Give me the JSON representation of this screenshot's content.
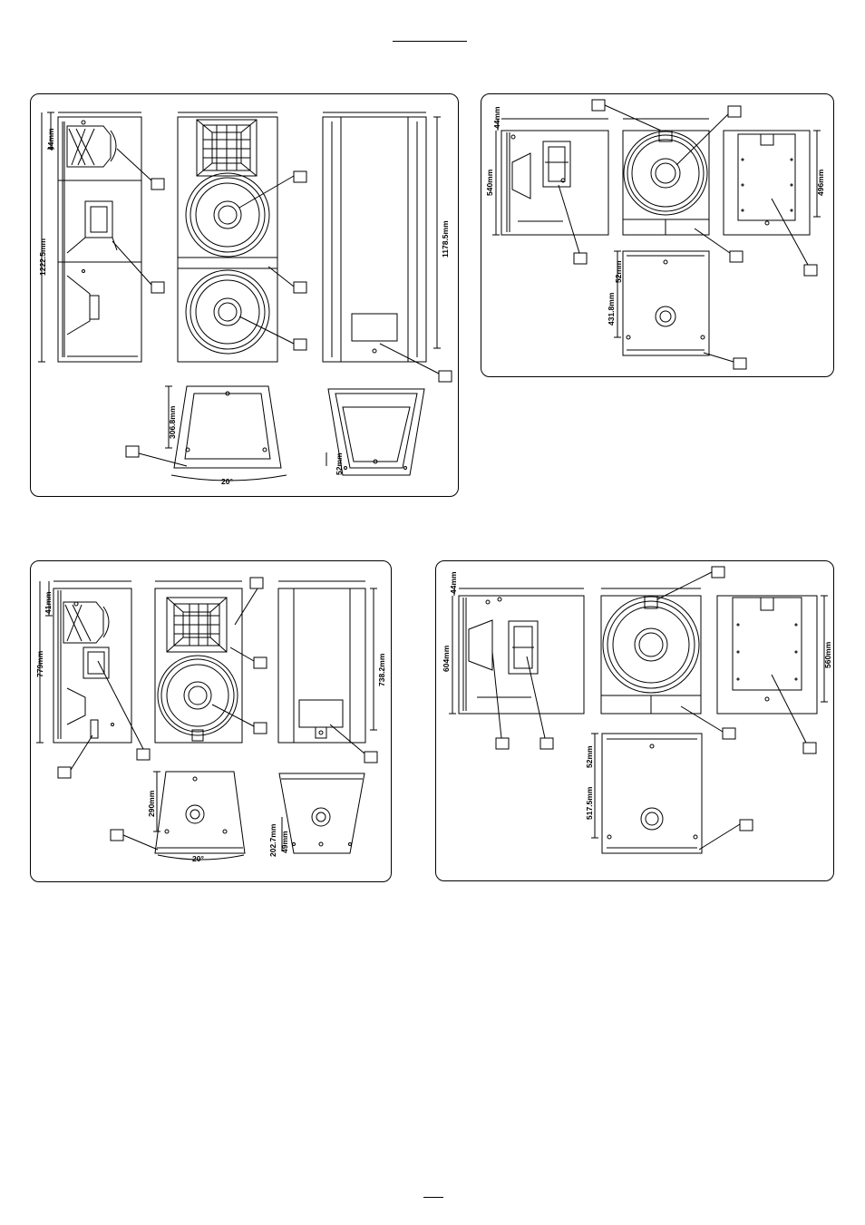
{
  "colors": {
    "line": "#000000",
    "paper": "#ffffff"
  },
  "panel1": {
    "dims": {
      "top_offset": "44mm",
      "side_height": "1222.5mm",
      "rear_height": "1178.5mm",
      "top_depth": "306.8mm",
      "angle": "20°",
      "bottom_offset": "52mm"
    }
  },
  "panel2": {
    "dims": {
      "top_offset": "44mm",
      "side_height": "540mm",
      "rear_height": "496mm",
      "bottom_offset": "52mm",
      "bottom_depth": "431.8mm"
    }
  },
  "panel3": {
    "dims": {
      "top_offset": "41mm",
      "side_height": "779mm",
      "rear_height": "738.2mm",
      "top_depth": "290mm",
      "angle": "20°",
      "bottom_a": "202.7mm",
      "bottom_b": "49mm"
    }
  },
  "panel4": {
    "dims": {
      "top_offset": "44mm",
      "side_height": "604mm",
      "rear_height": "560mm",
      "bottom_offset": "52mm",
      "bottom_depth": "517.5mm"
    }
  }
}
